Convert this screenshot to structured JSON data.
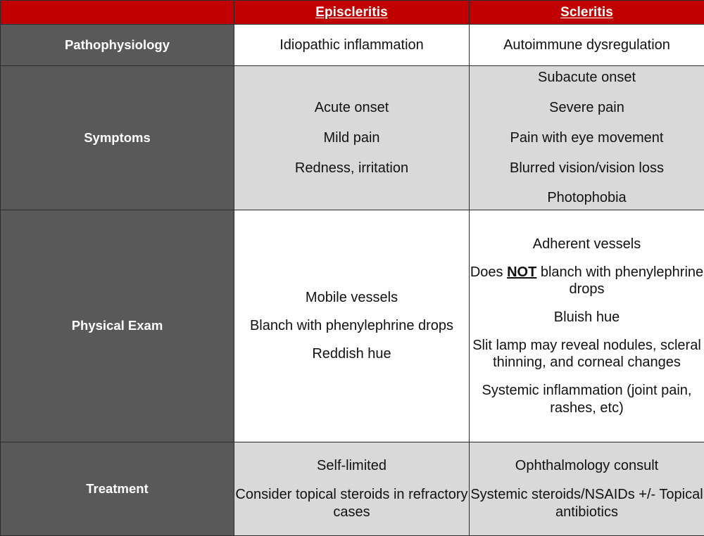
{
  "table": {
    "colors": {
      "header_bg": "#C00000",
      "header_text": "#FFFFFF",
      "row_label_bg": "#595959",
      "row_label_text": "#FFFFFF",
      "cell_bg_light": "#FFFFFF",
      "cell_bg_gray": "#D9D9D9",
      "border": "#2B2B2B",
      "body_text": "#111111"
    },
    "columns": [
      {
        "key": "label",
        "label": ""
      },
      {
        "key": "episcleritis",
        "label": "Episcleritis"
      },
      {
        "key": "scleritis",
        "label": "Scleritis"
      }
    ],
    "rows": [
      {
        "label": "Pathophysiology",
        "shade": "white",
        "episcleritis": [
          "Idiopathic inflammation"
        ],
        "scleritis": [
          "Autoimmune dysregulation"
        ]
      },
      {
        "label": "Symptoms",
        "shade": "gray",
        "episcleritis": [
          "Acute onset",
          "Mild pain",
          "Redness, irritation"
        ],
        "scleritis": [
          "Subacute onset",
          "Severe pain",
          "Pain with eye movement",
          "Blurred vision/vision loss",
          "Photophobia"
        ]
      },
      {
        "label": "Physical Exam",
        "shade": "white",
        "episcleritis": [
          "Mobile vessels",
          "Blanch with phenylephrine drops",
          "Reddish hue"
        ],
        "scleritis": [
          "Adherent vessels",
          "Does NOT blanch with phenylephrine drops",
          "Bluish hue",
          "Slit lamp may reveal nodules, scleral thinning, and corneal changes",
          "Systemic inflammation (joint pain, rashes, etc)"
        ],
        "scleritis_emphasis": {
          "line_index": 1,
          "before": "Does ",
          "emphasized": "NOT",
          "after": " blanch with phenylephrine drops"
        }
      },
      {
        "label": "Treatment",
        "shade": "gray",
        "episcleritis": [
          "Self-limited",
          "Consider topical steroids in refractory cases"
        ],
        "scleritis": [
          "Ophthalmology consult",
          "Systemic steroids/NSAIDs +/- Topical antibiotics"
        ]
      }
    ]
  }
}
